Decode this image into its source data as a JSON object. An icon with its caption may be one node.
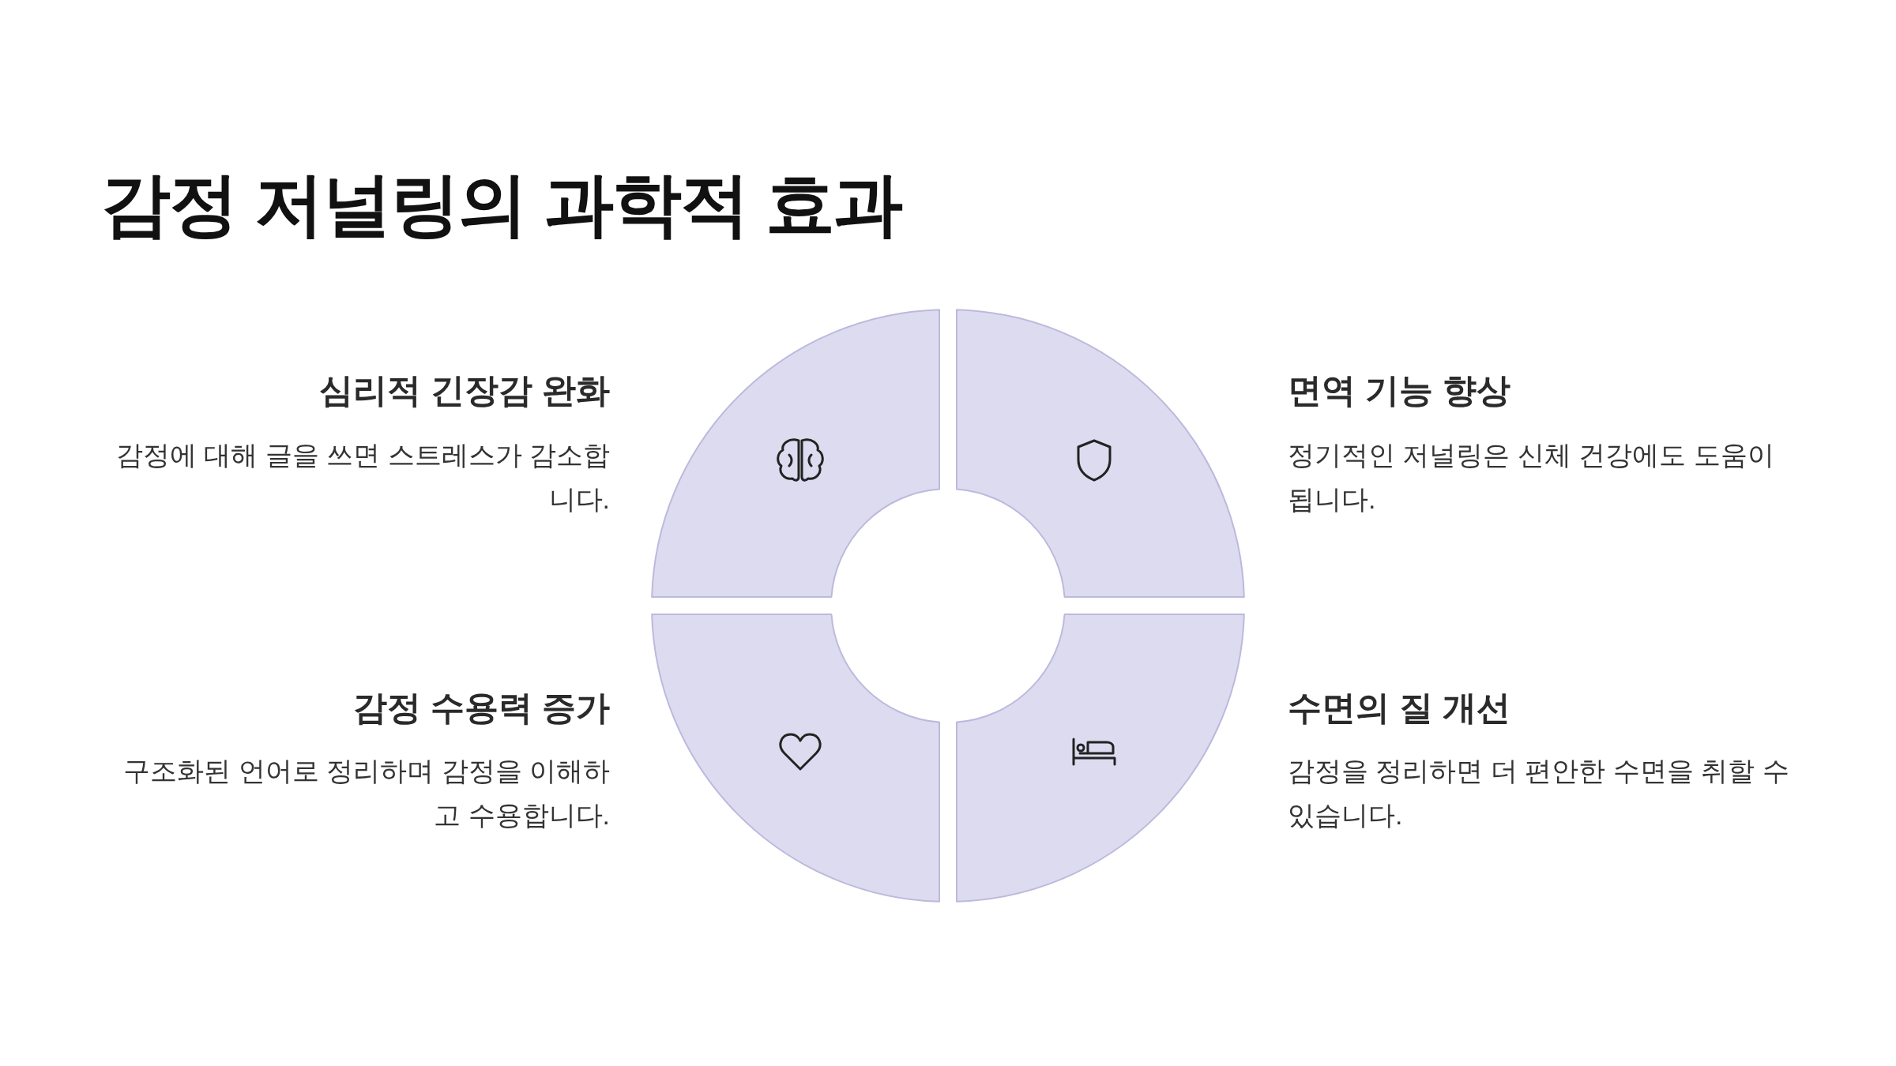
{
  "diagram": {
    "title": "감정 저널링의 과학적 효과",
    "labels": [
      "심리적 긴장감 완화",
      "감정에 대해 글을 쓰면 스트레스가 감소합니다.",
      "면역 기능 향상",
      "정기적인 저널링은 신체 건강에도 도움이 됩니다.",
      "감정 수용력 증가",
      "구조화된 언어로 정리하며 감정을 이해하고 수용합니다.",
      "수면의 질 개선",
      "감정을 정리하면 더 편안한 수면을 취할 수 있습니다."
    ]
  }
}
